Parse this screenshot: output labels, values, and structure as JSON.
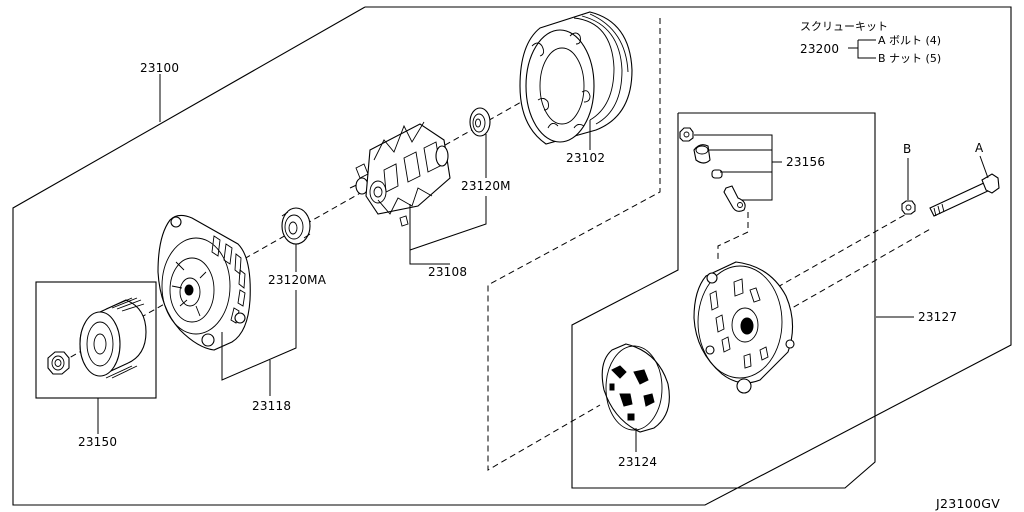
{
  "labels": {
    "assembly": "23100",
    "stator": "23102",
    "rotor": "23108",
    "front_bearing_ma": "23120MA",
    "rear_bearing_m": "23120M",
    "front_housing": "23118",
    "pulley": "23150",
    "terminal_set": "23156",
    "rear_housing": "23127",
    "rear_cover": "23124",
    "screw_kit": "23200"
  },
  "screw_kit": {
    "title": "スクリューキット",
    "item_a": "A ボルト (4)",
    "item_b": "B ナット (5)"
  },
  "markers": {
    "a": "A",
    "b": "B"
  },
  "diagram_code": "J23100GV"
}
